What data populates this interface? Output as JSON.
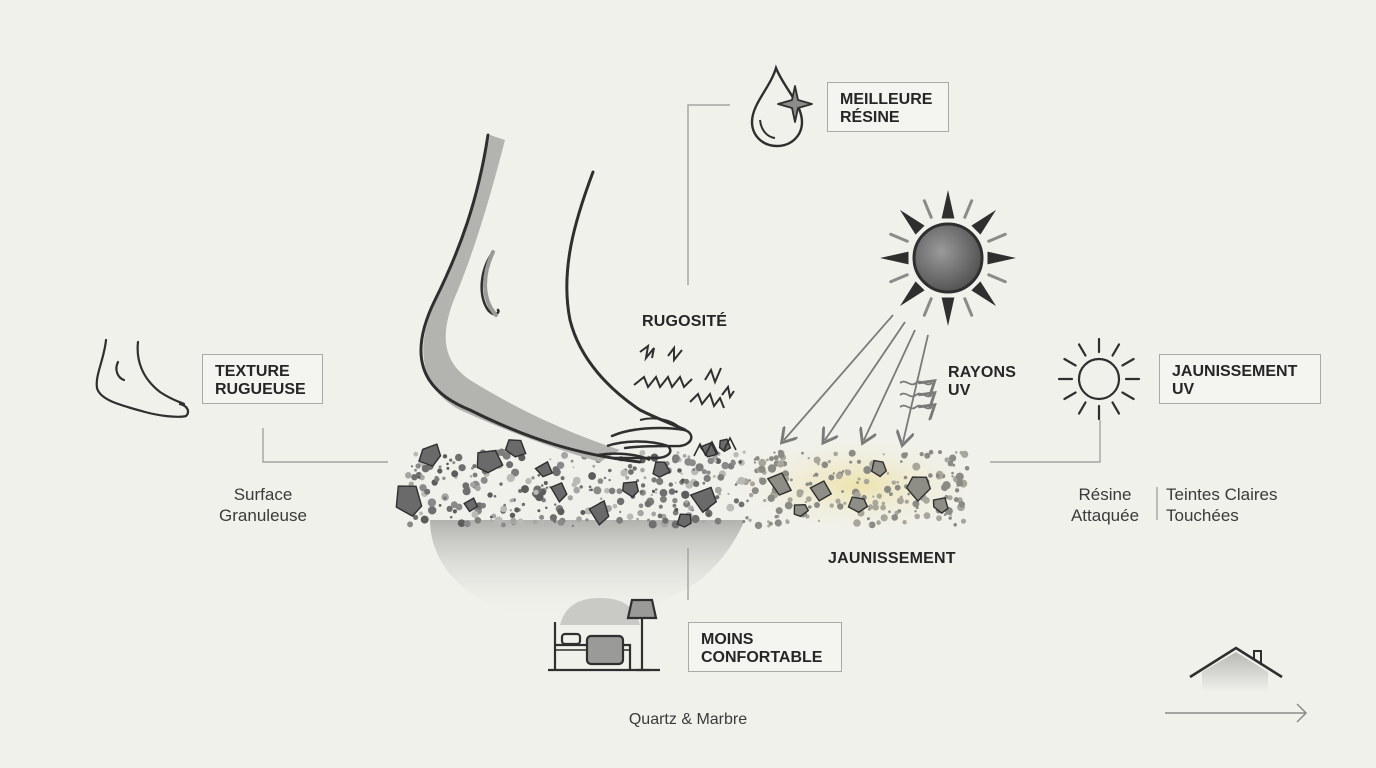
{
  "labels": {
    "meilleure_resine": [
      "MEILLEURE",
      "RÉSINE"
    ],
    "texture_rugueuse": [
      "TEXTURE",
      "RUGUEUSE"
    ],
    "jaunissement_uv": [
      "JAUNISSEMENT",
      "UV"
    ],
    "moins_confortable": [
      "MOINS",
      "CONFORTABLE"
    ],
    "rugosite": "RUGOSITÉ",
    "rayons_uv": [
      "RAYONS",
      "UV"
    ],
    "jaunissement": "JAUNISSEMENT"
  },
  "notes": {
    "surface_granuleuse": [
      "Surface",
      "Granuleuse"
    ],
    "resine_attaquee": [
      "Résine",
      "Attaquée"
    ],
    "teintes_claires": [
      "Teintes Claires",
      "Touchées"
    ],
    "quartz_marbre": "Quartz & Marbre"
  },
  "icons": [
    "foot-icon",
    "drop-sparkle-icon",
    "sun-icon",
    "sun-outline-icon",
    "bedroom-icon",
    "house-icon",
    "arrow-right-icon"
  ],
  "colors": {
    "background": "#f1f1ec",
    "stroke": "#2f2f2f",
    "stone": "#8a8a8a",
    "yellow_glow": "#efe3a8"
  }
}
